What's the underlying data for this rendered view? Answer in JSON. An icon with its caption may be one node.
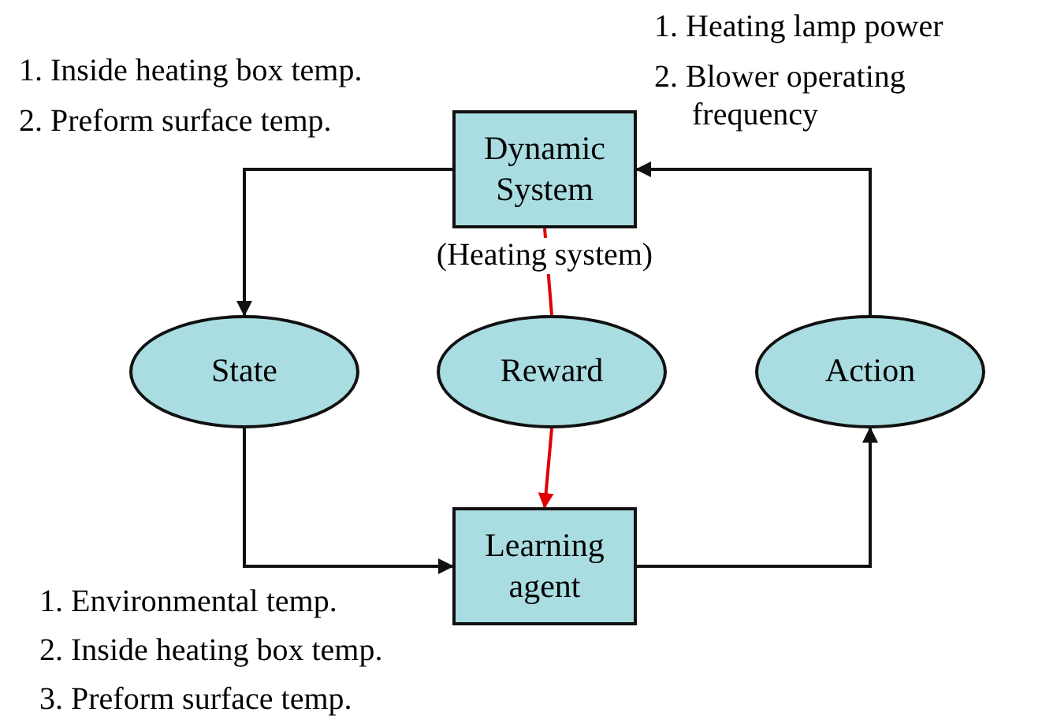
{
  "diagram": {
    "nodes": [
      {
        "text": [
          "Dynamic System"
        ],
        "beside": [
          "(Heating system)"
        ]
      },
      {
        "text": [
          "State"
        ]
      },
      {
        "text": [
          "Reward"
        ]
      },
      {
        "text": [
          "Action"
        ]
      },
      {
        "text": [
          "Learning agent"
        ]
      }
    ],
    "edges": [
      {
        "from": 0,
        "to": 1,
        "arrow": "to"
      },
      {
        "from": 1,
        "to": 4,
        "arrow": "to"
      },
      {
        "from": 4,
        "to": 3,
        "arrow": "to"
      },
      {
        "from": 3,
        "to": 0,
        "arrow": "to"
      },
      {
        "from": 0,
        "to": 2,
        "arrow": "none",
        "color": "#e00000"
      },
      {
        "from": 2,
        "to": 4,
        "arrow": "to",
        "color": "#e00000"
      }
    ],
    "labels": [
      "1. Inside heating box temp.",
      "2. Preform surface temp.",
      "1. Heating lamp power",
      "2. Blower operating frequency",
      "1. Environmental temp.",
      "2. Inside heating box temp.",
      "3. Preform surface temp."
    ]
  }
}
